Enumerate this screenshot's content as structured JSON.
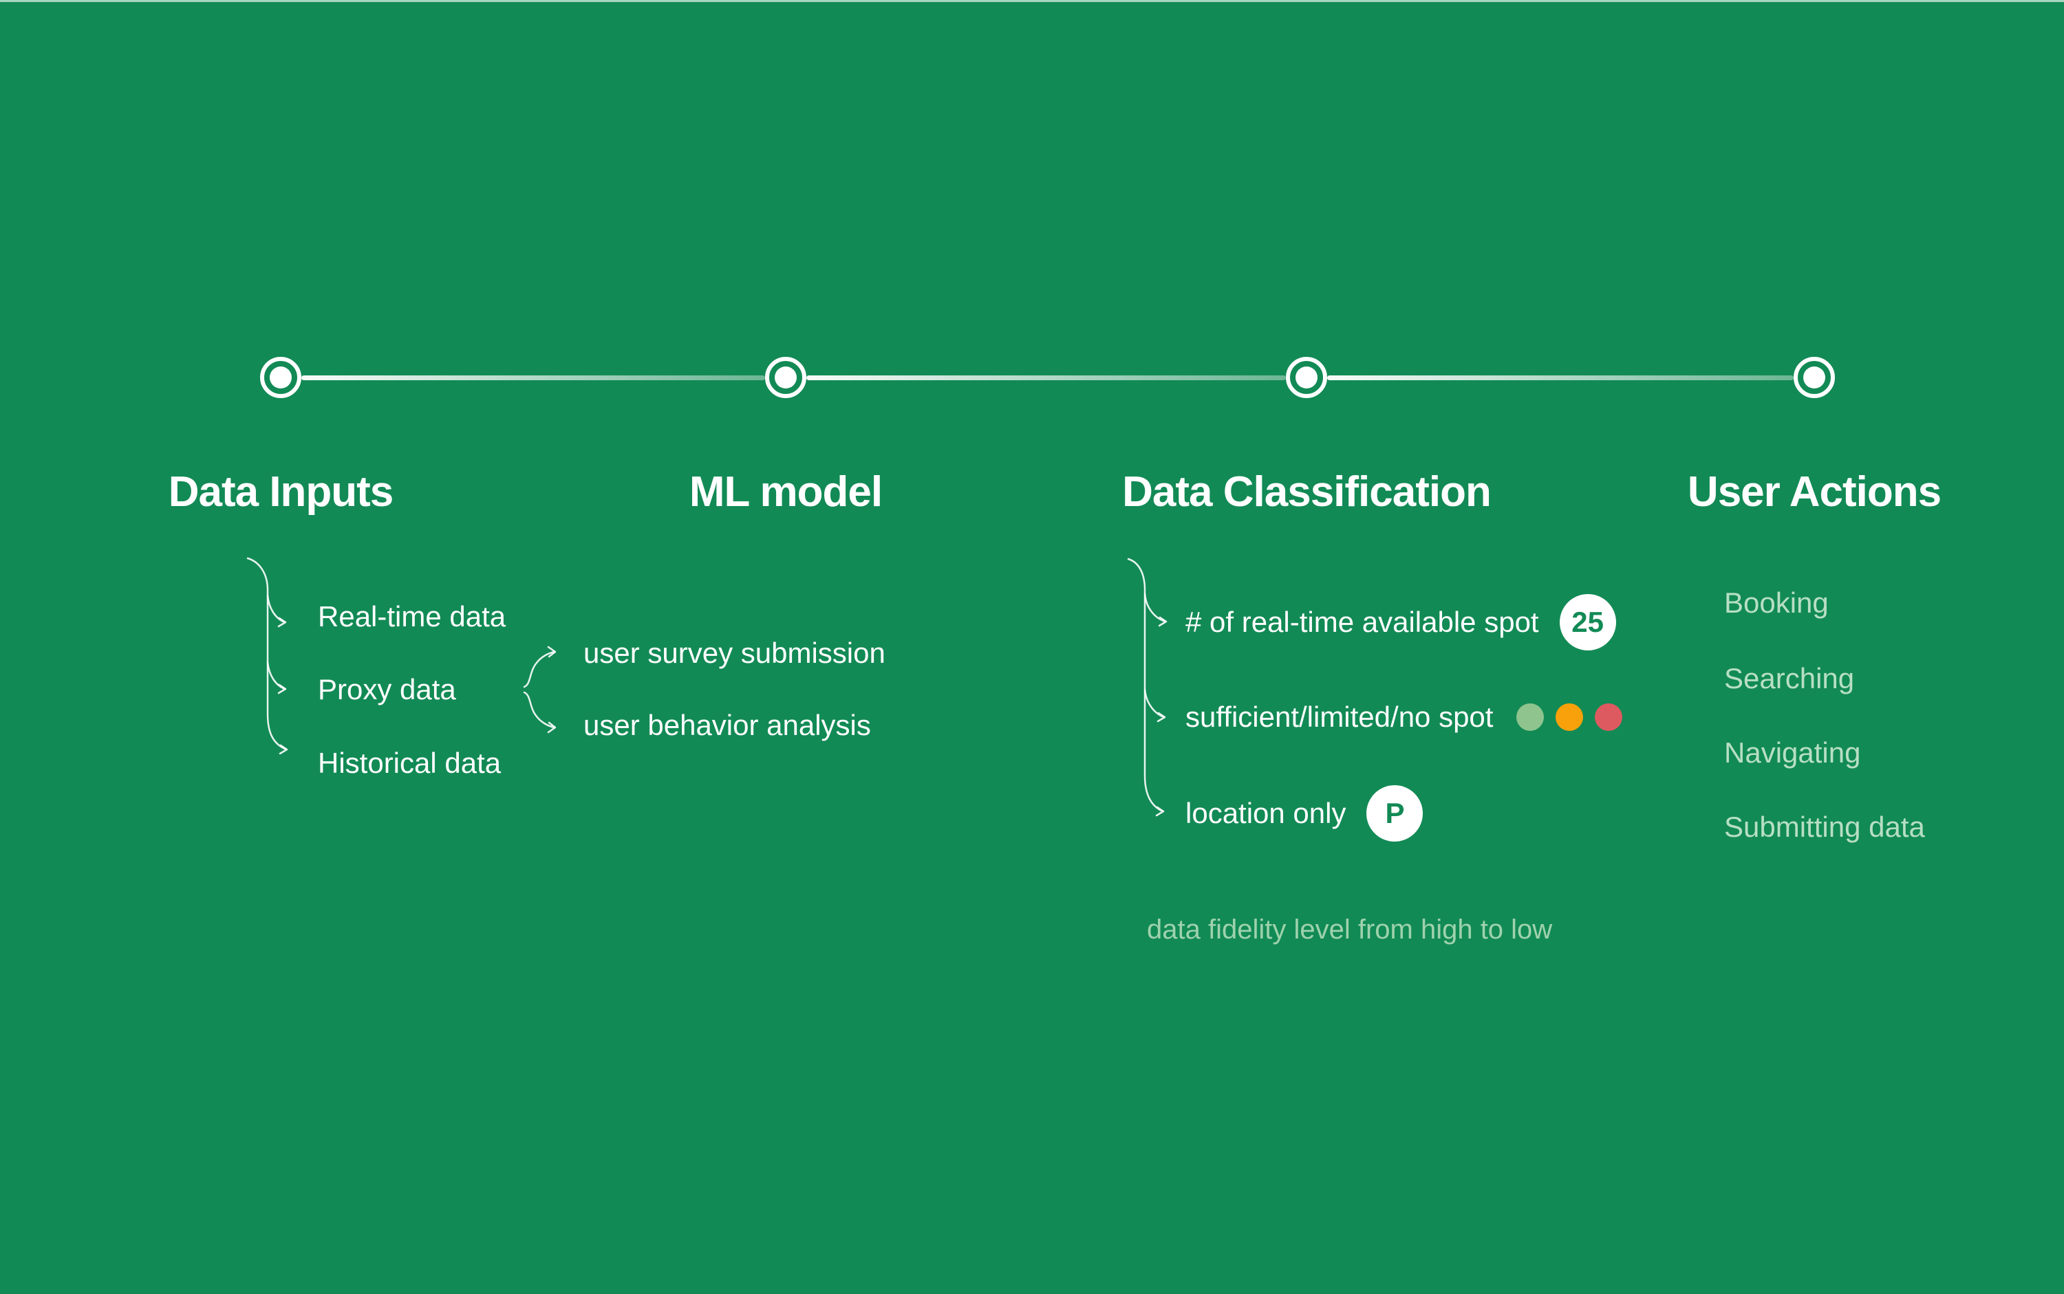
{
  "theme": {
    "background": "#128a55",
    "badge_text": "#128a55",
    "muted_text": "#b7dfc3",
    "note_text": "#9ed2ad"
  },
  "stages": [
    {
      "title": "Data Inputs",
      "items": [
        "Real-time data",
        "Proxy data",
        "Historical data"
      ]
    },
    {
      "title": "ML model",
      "items": [
        "user survey submission",
        "user behavior analysis"
      ]
    },
    {
      "title": "Data Classification",
      "items": [
        {
          "label": "# of real-time available spot",
          "badge": "25"
        },
        {
          "label": "sufficient/limited/no spot"
        },
        {
          "label": "location only",
          "badge": "P"
        }
      ],
      "fidelity_dots": [
        {
          "name": "sufficient",
          "color": "#8fc48f"
        },
        {
          "name": "limited",
          "color": "#f9a10a"
        },
        {
          "name": "no-spot",
          "color": "#dd5a60"
        }
      ],
      "note": "data fidelity level from high to low"
    },
    {
      "title": "User Actions",
      "items": [
        "Booking",
        "Searching",
        "Navigating",
        "Submitting data"
      ]
    }
  ]
}
